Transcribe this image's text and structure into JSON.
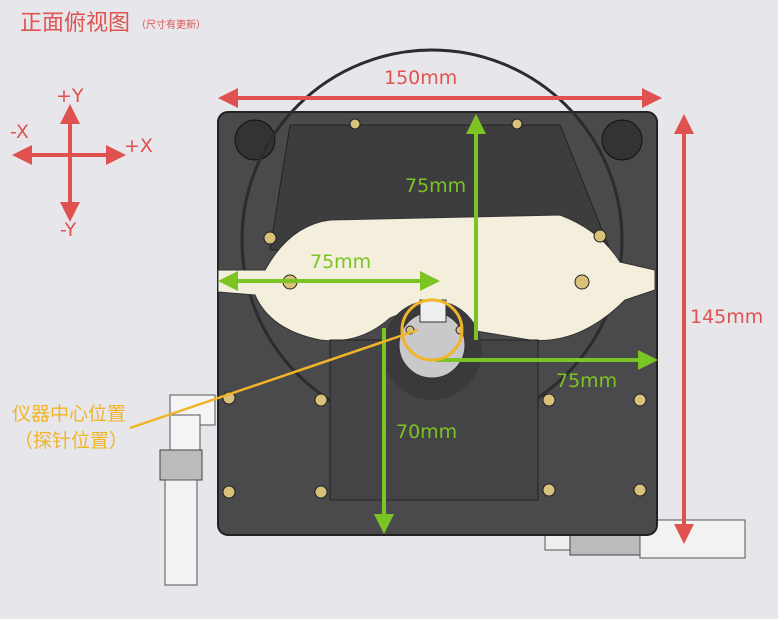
{
  "title": "正面俯视图",
  "subtitle": "（尺寸有更新）",
  "axes": {
    "plus_y": "+Y",
    "minus_y": "-Y",
    "plus_x": "+X",
    "minus_x": "-X"
  },
  "dimensions": {
    "width": "150mm",
    "height": "145mm",
    "top_to_center": "75mm",
    "left_to_center": "75mm",
    "right_to_center": "75mm",
    "bottom_to_center": "70mm"
  },
  "annotation": {
    "line1": "仪器中心位置",
    "line2": "（探针位置）"
  },
  "colors": {
    "red": "#e0524f",
    "green": "#7cc424",
    "orange": "#f0b429",
    "plate": "#4a4a4c",
    "arm": "#f3efdc"
  }
}
